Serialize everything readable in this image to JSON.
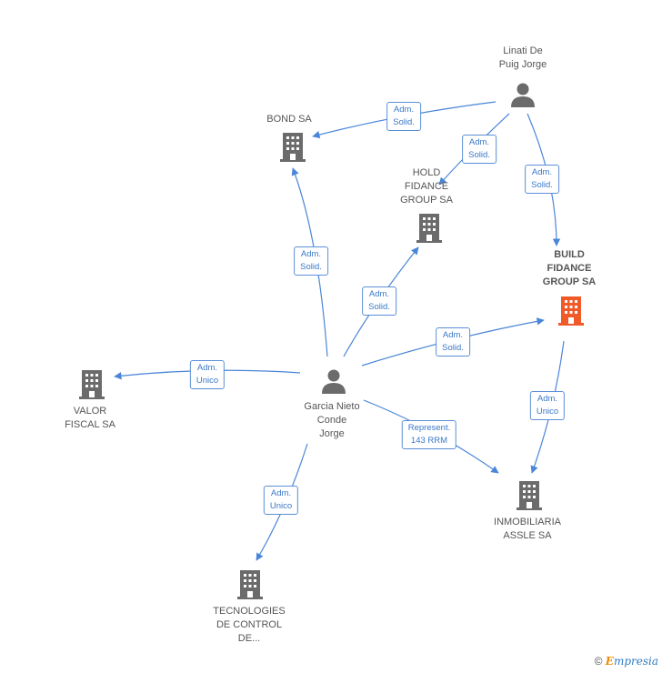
{
  "nodes": {
    "linati": {
      "label": "Linati De\nPuig Jorge",
      "kind": "person"
    },
    "bond": {
      "label": "BOND SA",
      "kind": "company"
    },
    "hold": {
      "label": "HOLD\nFIDANCE\nGROUP SA",
      "kind": "company"
    },
    "build": {
      "label": "BUILD\nFIDANCE\nGROUP SA",
      "kind": "company-focus"
    },
    "garcia": {
      "label": "Garcia Nieto\nConde\nJorge",
      "kind": "person"
    },
    "valor": {
      "label": "VALOR\nFISCAL SA",
      "kind": "company"
    },
    "inmob": {
      "label": "INMOBILIARIA\nASSLE SA",
      "kind": "company"
    },
    "tecno": {
      "label": "TECNOLOGIES\nDE CONTROL\nDE...",
      "kind": "company"
    }
  },
  "edges": {
    "linati_bond": "Adm.\nSolid.",
    "linati_hold": "Adm.\nSolid.",
    "linati_build": "Adm.\nSolid.",
    "garcia_bond": "Adm.\nSolid.",
    "garcia_hold": "Adm.\nSolid.",
    "garcia_build": "Adm.\nSolid.",
    "garcia_valor": "Adm.\nUnico",
    "build_inmob": "Adm.\nUnico",
    "garcia_inmob": "Represent.\n143 RRM",
    "garcia_tecno": "Adm.\nUnico"
  },
  "colors": {
    "edge": "#4a86d8",
    "company": "#6b6b6b",
    "focus": "#f05a28",
    "person": "#6b6b6b"
  },
  "footer": {
    "copyright": "©",
    "brand_e": "E",
    "brand_rest": "mpresia"
  }
}
